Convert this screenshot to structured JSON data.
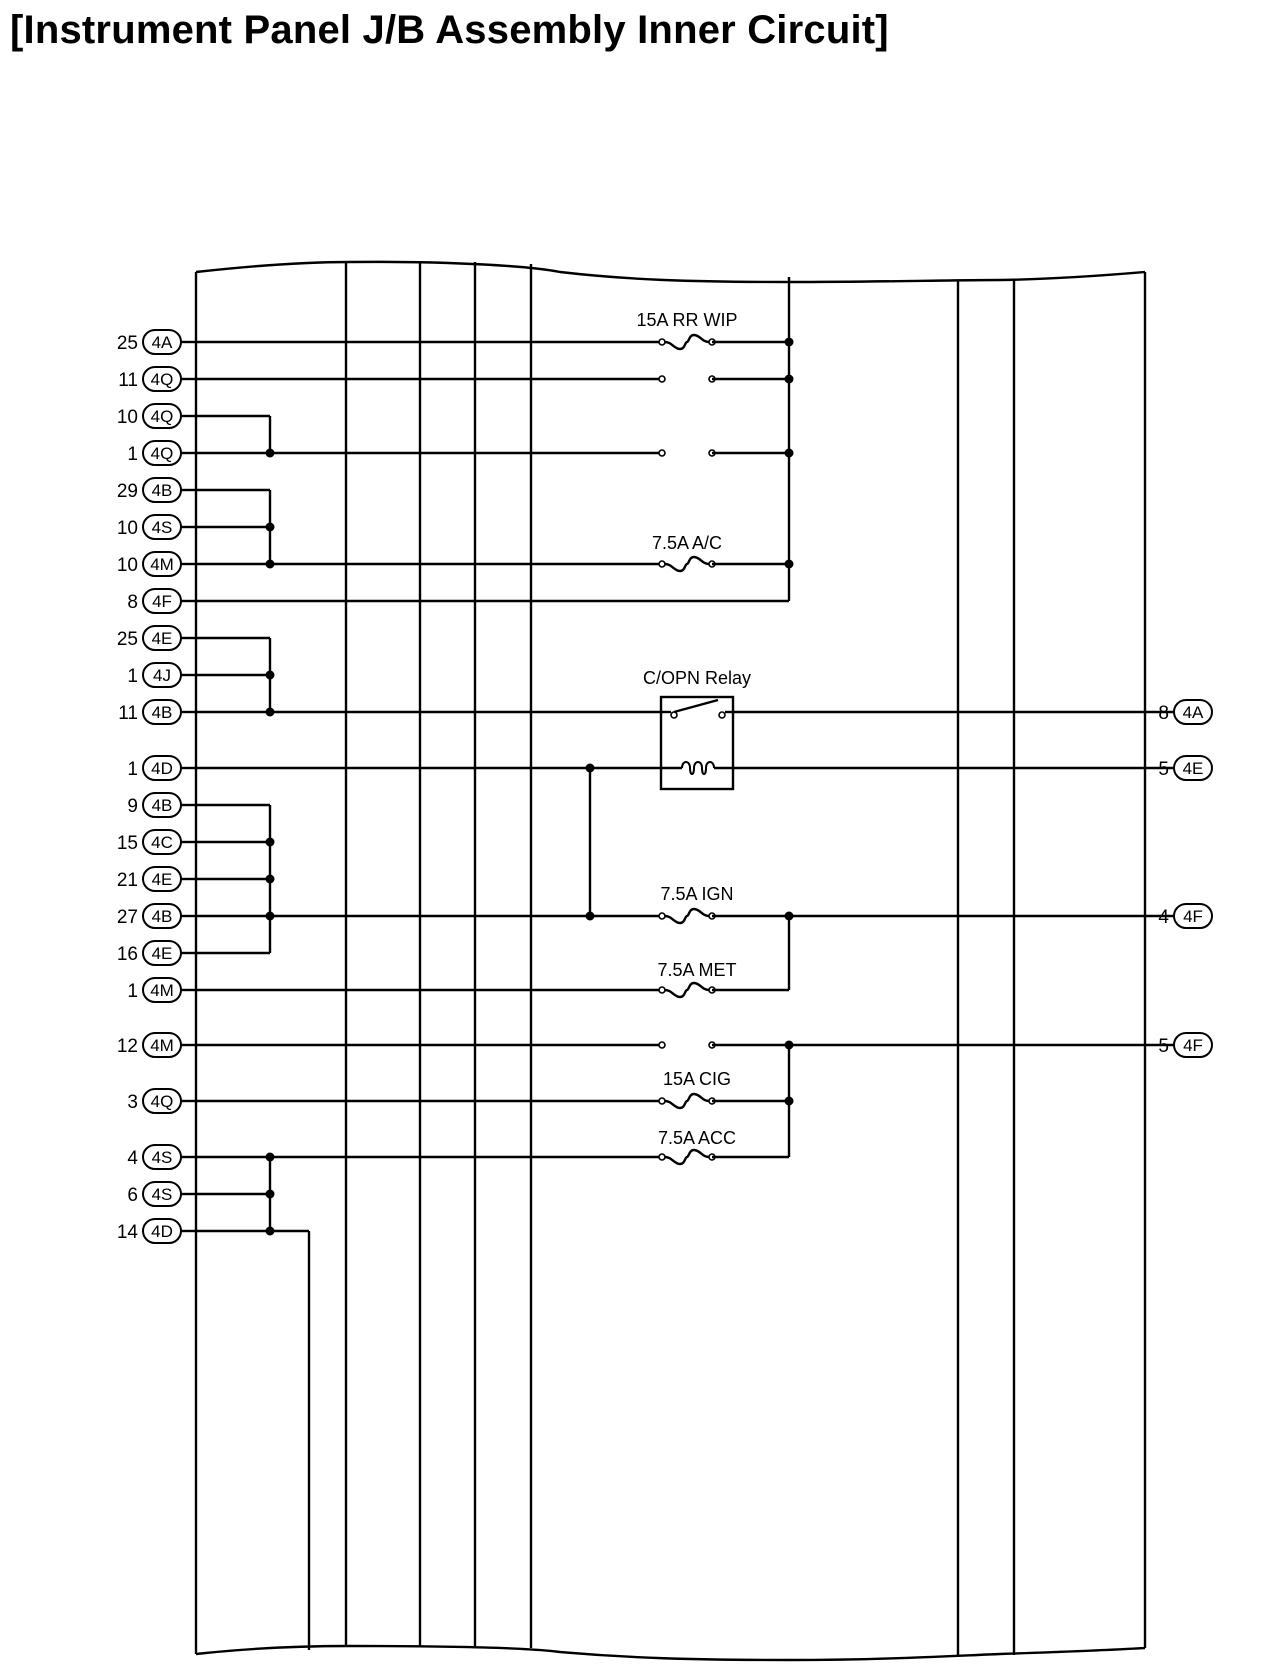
{
  "title": "[Instrument Panel J/B Assembly Inner Circuit]",
  "left_terminals": [
    {
      "pin": "25",
      "connector": "4A"
    },
    {
      "pin": "11",
      "connector": "4Q"
    },
    {
      "pin": "10",
      "connector": "4Q"
    },
    {
      "pin": "1",
      "connector": "4Q"
    },
    {
      "pin": "29",
      "connector": "4B"
    },
    {
      "pin": "10",
      "connector": "4S"
    },
    {
      "pin": "10",
      "connector": "4M"
    },
    {
      "pin": "8",
      "connector": "4F"
    },
    {
      "pin": "25",
      "connector": "4E"
    },
    {
      "pin": "1",
      "connector": "4J"
    },
    {
      "pin": "11",
      "connector": "4B"
    },
    {
      "pin": "1",
      "connector": "4D"
    },
    {
      "pin": "9",
      "connector": "4B"
    },
    {
      "pin": "15",
      "connector": "4C"
    },
    {
      "pin": "21",
      "connector": "4E"
    },
    {
      "pin": "27",
      "connector": "4B"
    },
    {
      "pin": "16",
      "connector": "4E"
    },
    {
      "pin": "1",
      "connector": "4M"
    },
    {
      "pin": "12",
      "connector": "4M"
    },
    {
      "pin": "3",
      "connector": "4Q"
    },
    {
      "pin": "4",
      "connector": "4S"
    },
    {
      "pin": "6",
      "connector": "4S"
    },
    {
      "pin": "14",
      "connector": "4D"
    }
  ],
  "right_terminals": [
    {
      "pin": "8",
      "connector": "4A"
    },
    {
      "pin": "5",
      "connector": "4E"
    },
    {
      "pin": "4",
      "connector": "4F"
    },
    {
      "pin": "5",
      "connector": "4F"
    }
  ],
  "components": {
    "fuse_rr_wip": "15A RR WIP",
    "fuse_ac": "7.5A A/C",
    "relay_copn": "C/OPN Relay",
    "fuse_ign": "7.5A IGN",
    "fuse_met": "7.5A MET",
    "fuse_cig": "15A CIG",
    "fuse_acc": "7.5A ACC"
  }
}
